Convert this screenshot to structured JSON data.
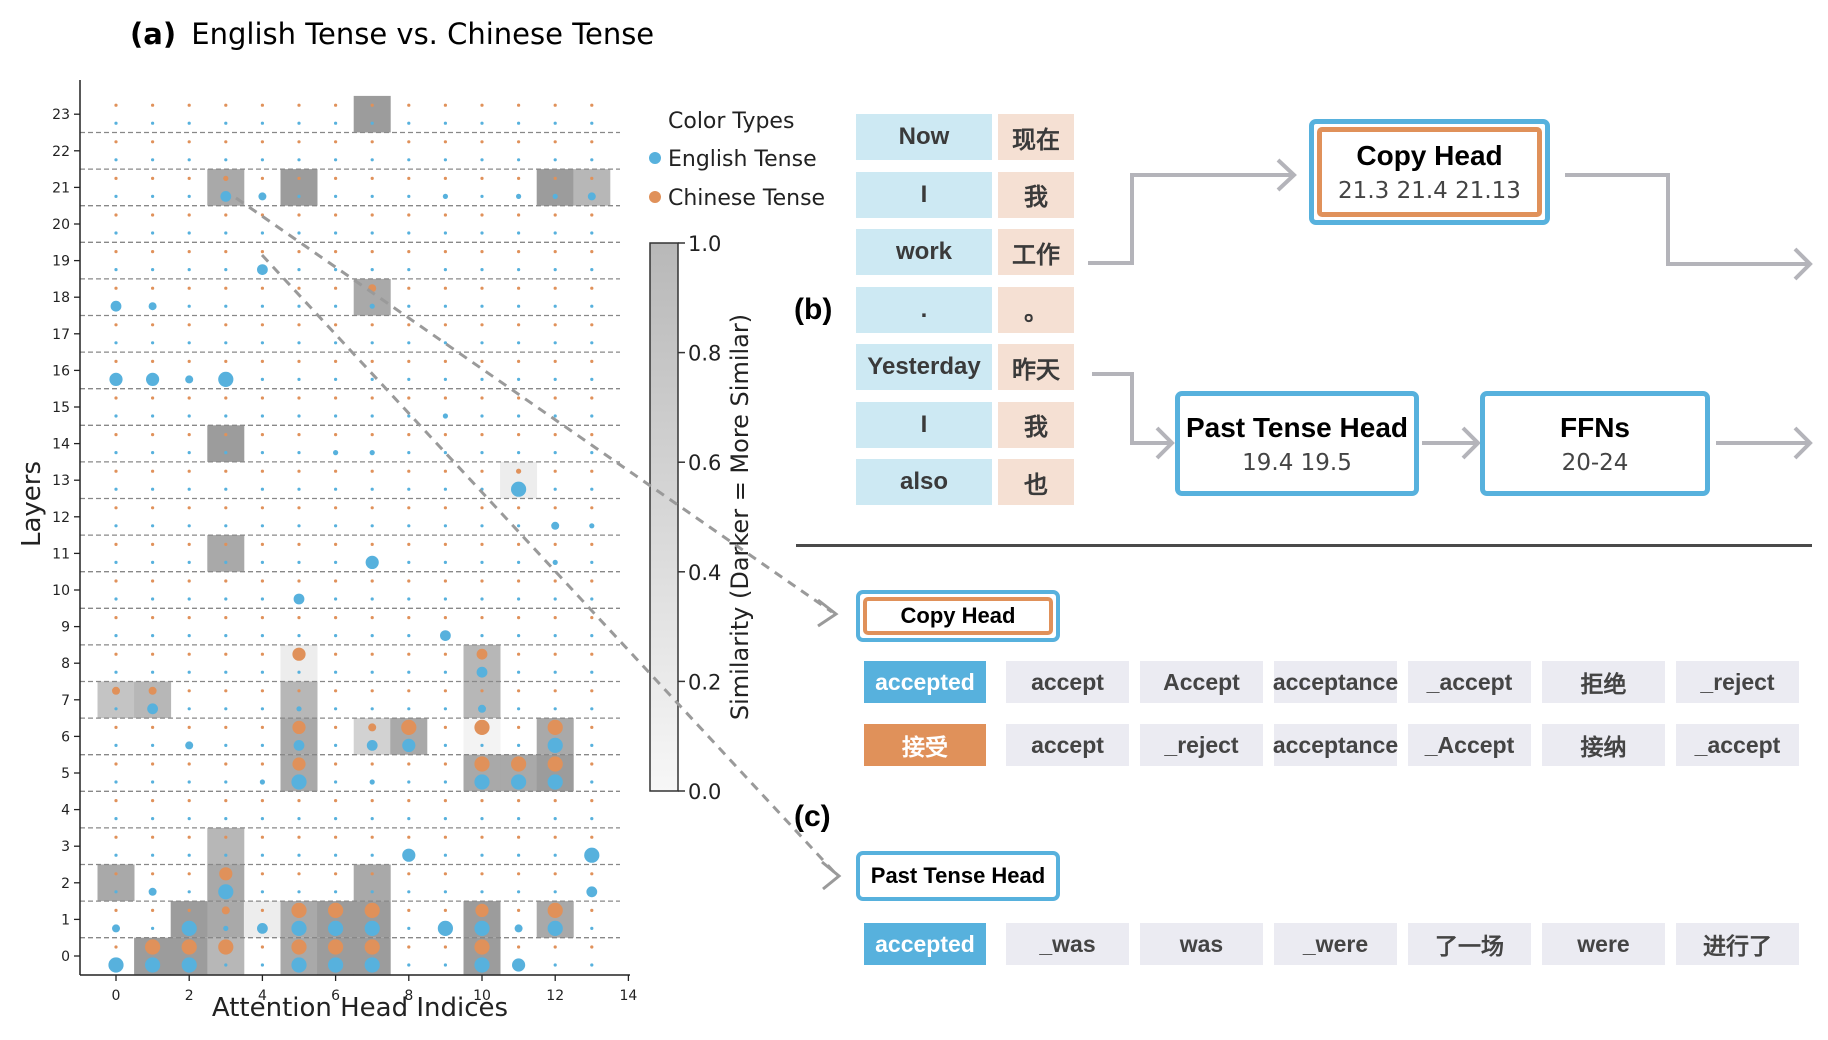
{
  "panel_a": {
    "title_prefix": "(a)",
    "title": "English Tense vs. Chinese Tense",
    "chart_data": {
      "type": "scatter",
      "title": "English Tense vs. Chinese Tense",
      "xlabel": "Attention Head Indices",
      "ylabel": "Layers",
      "xlim": [
        -0.5,
        14
      ],
      "ylim": [
        -0.5,
        23.5
      ],
      "x_ticks": [
        0,
        2,
        4,
        6,
        8,
        10,
        12,
        14
      ],
      "y_ticks": [
        0,
        1,
        2,
        3,
        4,
        5,
        6,
        7,
        8,
        9,
        10,
        11,
        12,
        13,
        14,
        15,
        16,
        17,
        18,
        19,
        20,
        21,
        22,
        23
      ],
      "grid": "horizontal dashed at layer boundaries",
      "legend": {
        "title": "Color Types",
        "placement": "right",
        "entries": [
          "English Tense",
          "Chinese Tense"
        ]
      },
      "colors": {
        "english": "#57b1dd",
        "chinese": "#e0915a",
        "grid": "#888888"
      },
      "colorbar": {
        "label": "Similarity (Darker = More Similar)",
        "min": 0.0,
        "max": 1.0,
        "ticks": [
          "0.0",
          "0.2",
          "0.4",
          "0.6",
          "0.8",
          "1.0"
        ]
      },
      "similarity_cells": [
        {
          "layer": 23,
          "head": 7,
          "value": 0.7
        },
        {
          "layer": 21,
          "head": 3,
          "value": 0.6
        },
        {
          "layer": 21,
          "head": 5,
          "value": 0.7
        },
        {
          "layer": 21,
          "head": 12,
          "value": 0.7
        },
        {
          "layer": 21,
          "head": 13,
          "value": 0.5
        },
        {
          "layer": 18,
          "head": 7,
          "value": 0.6
        },
        {
          "layer": 14,
          "head": 3,
          "value": 0.7
        },
        {
          "layer": 13,
          "head": 11,
          "value": 0.1
        },
        {
          "layer": 11,
          "head": 3,
          "value": 0.6
        },
        {
          "layer": 8,
          "head": 5,
          "value": 0.1
        },
        {
          "layer": 8,
          "head": 10,
          "value": 0.5
        },
        {
          "layer": 7,
          "head": 0,
          "value": 0.4
        },
        {
          "layer": 7,
          "head": 1,
          "value": 0.5
        },
        {
          "layer": 7,
          "head": 5,
          "value": 0.5
        },
        {
          "layer": 7,
          "head": 10,
          "value": 0.5
        },
        {
          "layer": 6,
          "head": 5,
          "value": 0.6
        },
        {
          "layer": 6,
          "head": 7,
          "value": 0.3
        },
        {
          "layer": 6,
          "head": 8,
          "value": 0.6
        },
        {
          "layer": 6,
          "head": 10,
          "value": 0.05
        },
        {
          "layer": 6,
          "head": 12,
          "value": 0.6
        },
        {
          "layer": 5,
          "head": 5,
          "value": 0.6
        },
        {
          "layer": 5,
          "head": 10,
          "value": 0.6
        },
        {
          "layer": 5,
          "head": 11,
          "value": 0.6
        },
        {
          "layer": 5,
          "head": 12,
          "value": 0.7
        },
        {
          "layer": 3,
          "head": 3,
          "value": 0.5
        },
        {
          "layer": 2,
          "head": 0,
          "value": 0.6
        },
        {
          "layer": 2,
          "head": 3,
          "value": 0.6
        },
        {
          "layer": 2,
          "head": 7,
          "value": 0.6
        },
        {
          "layer": 1,
          "head": 2,
          "value": 0.7
        },
        {
          "layer": 1,
          "head": 3,
          "value": 0.6
        },
        {
          "layer": 1,
          "head": 4,
          "value": 0.1
        },
        {
          "layer": 1,
          "head": 5,
          "value": 0.6
        },
        {
          "layer": 1,
          "head": 6,
          "value": 0.7
        },
        {
          "layer": 1,
          "head": 7,
          "value": 0.7
        },
        {
          "layer": 1,
          "head": 10,
          "value": 0.7
        },
        {
          "layer": 1,
          "head": 12,
          "value": 0.6
        },
        {
          "layer": 0,
          "head": 1,
          "value": 0.7
        },
        {
          "layer": 0,
          "head": 2,
          "value": 0.7
        },
        {
          "layer": 0,
          "head": 3,
          "value": 0.5
        },
        {
          "layer": 0,
          "head": 5,
          "value": 0.6
        },
        {
          "layer": 0,
          "head": 6,
          "value": 0.7
        },
        {
          "layer": 0,
          "head": 7,
          "value": 0.7
        },
        {
          "layer": 0,
          "head": 10,
          "value": 0.7
        }
      ],
      "english_points": [
        {
          "layer": 21,
          "head": 3,
          "size": 3
        },
        {
          "layer": 21,
          "head": 4,
          "size": 2
        },
        {
          "layer": 21,
          "head": 9,
          "size": 1
        },
        {
          "layer": 21,
          "head": 11,
          "size": 1
        },
        {
          "layer": 21,
          "head": 12,
          "size": 1
        },
        {
          "layer": 21,
          "head": 13,
          "size": 2
        },
        {
          "layer": 19,
          "head": 4,
          "size": 3
        },
        {
          "layer": 18,
          "head": 0,
          "size": 3
        },
        {
          "layer": 18,
          "head": 1,
          "size": 2
        },
        {
          "layer": 18,
          "head": 7,
          "size": 1
        },
        {
          "layer": 16,
          "head": 0,
          "size": 4
        },
        {
          "layer": 16,
          "head": 1,
          "size": 4
        },
        {
          "layer": 16,
          "head": 2,
          "size": 2
        },
        {
          "layer": 16,
          "head": 3,
          "size": 5
        },
        {
          "layer": 15,
          "head": 9,
          "size": 1
        },
        {
          "layer": 14,
          "head": 6,
          "size": 1
        },
        {
          "layer": 14,
          "head": 7,
          "size": 1
        },
        {
          "layer": 13,
          "head": 11,
          "size": 5
        },
        {
          "layer": 12,
          "head": 12,
          "size": 2
        },
        {
          "layer": 12,
          "head": 13,
          "size": 1
        },
        {
          "layer": 11,
          "head": 7,
          "size": 4
        },
        {
          "layer": 11,
          "head": 12,
          "size": 1
        },
        {
          "layer": 10,
          "head": 5,
          "size": 3
        },
        {
          "layer": 9,
          "head": 9,
          "size": 3
        },
        {
          "layer": 8,
          "head": 10,
          "size": 3
        },
        {
          "layer": 7,
          "head": 1,
          "size": 3
        },
        {
          "layer": 7,
          "head": 5,
          "size": 1
        },
        {
          "layer": 7,
          "head": 10,
          "size": 2
        },
        {
          "layer": 6,
          "head": 2,
          "size": 2
        },
        {
          "layer": 6,
          "head": 5,
          "size": 3
        },
        {
          "layer": 6,
          "head": 7,
          "size": 3
        },
        {
          "layer": 6,
          "head": 8,
          "size": 4
        },
        {
          "layer": 6,
          "head": 12,
          "size": 5
        },
        {
          "layer": 5,
          "head": 4,
          "size": 1
        },
        {
          "layer": 5,
          "head": 5,
          "size": 5
        },
        {
          "layer": 5,
          "head": 7,
          "size": 1
        },
        {
          "layer": 5,
          "head": 10,
          "size": 5
        },
        {
          "layer": 5,
          "head": 11,
          "size": 5
        },
        {
          "layer": 5,
          "head": 12,
          "size": 5
        },
        {
          "layer": 3,
          "head": 8,
          "size": 4
        },
        {
          "layer": 3,
          "head": 13,
          "size": 5
        },
        {
          "layer": 2,
          "head": 1,
          "size": 2
        },
        {
          "layer": 2,
          "head": 3,
          "size": 5
        },
        {
          "layer": 2,
          "head": 13,
          "size": 3
        },
        {
          "layer": 1,
          "head": 0,
          "size": 2
        },
        {
          "layer": 1,
          "head": 2,
          "size": 5
        },
        {
          "layer": 1,
          "head": 3,
          "size": 1
        },
        {
          "layer": 1,
          "head": 4,
          "size": 3
        },
        {
          "layer": 1,
          "head": 5,
          "size": 5
        },
        {
          "layer": 1,
          "head": 6,
          "size": 5
        },
        {
          "layer": 1,
          "head": 7,
          "size": 5
        },
        {
          "layer": 1,
          "head": 9,
          "size": 5
        },
        {
          "layer": 1,
          "head": 10,
          "size": 5
        },
        {
          "layer": 1,
          "head": 11,
          "size": 2
        },
        {
          "layer": 1,
          "head": 12,
          "size": 5
        },
        {
          "layer": 0,
          "head": 0,
          "size": 5
        },
        {
          "layer": 0,
          "head": 1,
          "size": 5
        },
        {
          "layer": 0,
          "head": 2,
          "size": 5
        },
        {
          "layer": 0,
          "head": 5,
          "size": 5
        },
        {
          "layer": 0,
          "head": 6,
          "size": 5
        },
        {
          "layer": 0,
          "head": 7,
          "size": 5
        },
        {
          "layer": 0,
          "head": 10,
          "size": 5
        },
        {
          "layer": 0,
          "head": 11,
          "size": 4
        }
      ],
      "chinese_points": [
        {
          "layer": 21,
          "head": 3,
          "size": 1
        },
        {
          "layer": 18,
          "head": 7,
          "size": 2
        },
        {
          "layer": 13,
          "head": 11,
          "size": 1
        },
        {
          "layer": 8,
          "head": 5,
          "size": 4
        },
        {
          "layer": 8,
          "head": 10,
          "size": 3
        },
        {
          "layer": 7,
          "head": 0,
          "size": 2
        },
        {
          "layer": 7,
          "head": 1,
          "size": 2
        },
        {
          "layer": 6,
          "head": 5,
          "size": 4
        },
        {
          "layer": 6,
          "head": 7,
          "size": 2
        },
        {
          "layer": 6,
          "head": 8,
          "size": 5
        },
        {
          "layer": 6,
          "head": 10,
          "size": 5
        },
        {
          "layer": 6,
          "head": 12,
          "size": 5
        },
        {
          "layer": 5,
          "head": 5,
          "size": 4
        },
        {
          "layer": 5,
          "head": 10,
          "size": 5
        },
        {
          "layer": 5,
          "head": 11,
          "size": 5
        },
        {
          "layer": 5,
          "head": 12,
          "size": 5
        },
        {
          "layer": 2,
          "head": 3,
          "size": 4
        },
        {
          "layer": 1,
          "head": 3,
          "size": 2
        },
        {
          "layer": 1,
          "head": 5,
          "size": 5
        },
        {
          "layer": 1,
          "head": 6,
          "size": 5
        },
        {
          "layer": 1,
          "head": 7,
          "size": 5
        },
        {
          "layer": 1,
          "head": 10,
          "size": 4
        },
        {
          "layer": 1,
          "head": 12,
          "size": 5
        },
        {
          "layer": 0,
          "head": 1,
          "size": 5
        },
        {
          "layer": 0,
          "head": 2,
          "size": 5
        },
        {
          "layer": 0,
          "head": 3,
          "size": 5
        },
        {
          "layer": 0,
          "head": 5,
          "size": 5
        },
        {
          "layer": 0,
          "head": 6,
          "size": 5
        },
        {
          "layer": 0,
          "head": 7,
          "size": 5
        },
        {
          "layer": 0,
          "head": 10,
          "size": 5
        }
      ]
    }
  },
  "panel_b": {
    "label": "(b)",
    "tokens": [
      {
        "en": "Now",
        "zh": "现在"
      },
      {
        "en": "I",
        "zh": "我"
      },
      {
        "en": "work",
        "zh": "工作"
      },
      {
        "en": ".",
        "zh": "。"
      },
      {
        "en": "Yesterday",
        "zh": "昨天"
      },
      {
        "en": "I",
        "zh": "我"
      },
      {
        "en": "also",
        "zh": "也"
      }
    ],
    "copy_head": {
      "title": "Copy Head",
      "heads": "21.3 21.4 21.13"
    },
    "past_tense_head": {
      "title": "Past Tense Head",
      "heads": "19.4 19.5"
    },
    "ffns": {
      "title": "FFNs",
      "layers": "20-24"
    }
  },
  "panel_c": {
    "label": "(c)",
    "copy_head_label": "Copy Head",
    "copy_head_rows": [
      {
        "highlight": "accepted",
        "highlight_color": "blue",
        "tokens": [
          "accept",
          "Accept",
          "acceptance",
          "_accept",
          "拒绝",
          "_reject"
        ]
      },
      {
        "highlight": "接受",
        "highlight_color": "orange",
        "tokens": [
          "accept",
          "_reject",
          "acceptance",
          "_Accept",
          "接纳",
          "_accept"
        ]
      }
    ],
    "past_tense_label": "Past Tense Head",
    "past_tense_row": {
      "highlight": "accepted",
      "highlight_color": "blue",
      "tokens": [
        "_was",
        "was",
        "_were",
        "了一场",
        "were",
        "进行了"
      ]
    }
  }
}
